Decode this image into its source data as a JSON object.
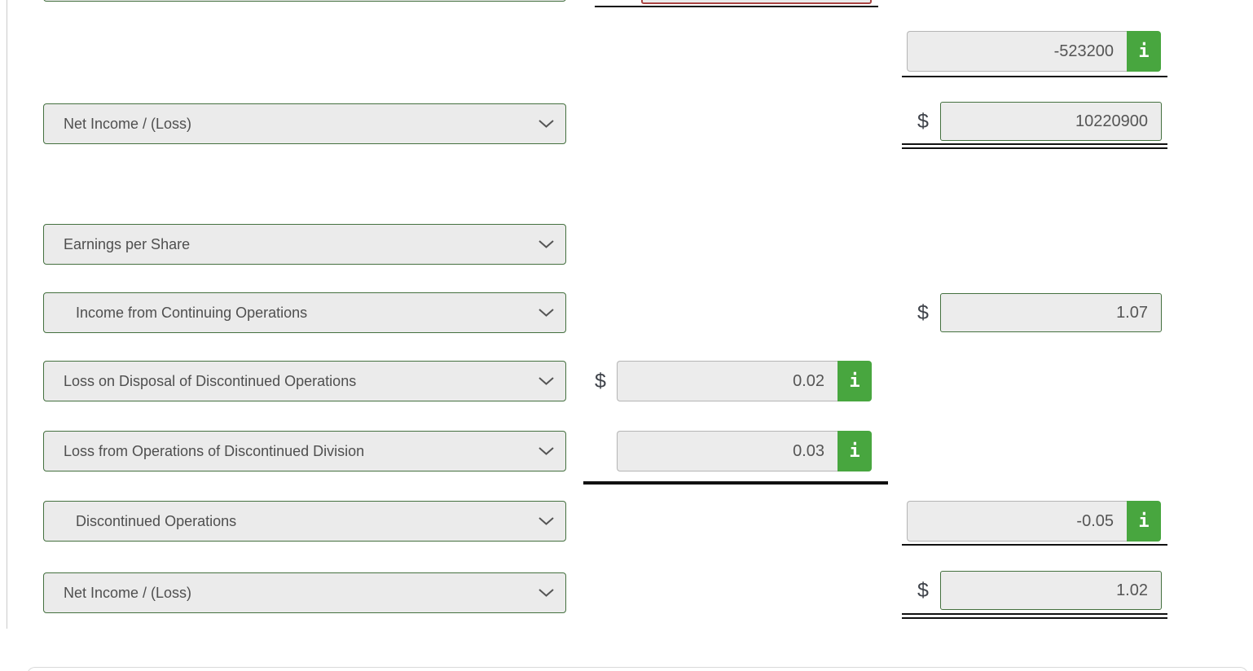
{
  "colors": {
    "dropdown_border": "#44703f",
    "dropdown_bg": "#ebebeb",
    "field_bg": "#ececec",
    "field_gray_border": "#b5b5b5",
    "info_button_green": "#48a63f",
    "error_border_red": "#a94442",
    "rule_black": "#111111",
    "text_gray": "#4f4f4f"
  },
  "icons": {
    "info": "i",
    "chevron": "chevron-down"
  },
  "dropdowns": [
    {
      "label": "Net Income / (Loss)"
    },
    {
      "label": "Earnings per Share"
    },
    {
      "label": "Income from Continuing Operations"
    },
    {
      "label": "Loss on Disposal of Discontinued Operations"
    },
    {
      "label": "Loss from Operations of Discontinued Division"
    },
    {
      "label": "Discontinued Operations"
    },
    {
      "label": "Net Income / (Loss)"
    }
  ],
  "fields": {
    "adjustment": {
      "value": "-523200"
    },
    "net_income_total": {
      "currency": "$",
      "value": "10220900"
    },
    "eps_continuing": {
      "currency": "$",
      "value": "1.07"
    },
    "eps_loss_disposal": {
      "currency": "$",
      "value": "0.02"
    },
    "eps_loss_operations": {
      "value": "0.03"
    },
    "eps_discontinued_total": {
      "value": "-0.05"
    },
    "eps_net_income": {
      "currency": "$",
      "value": "1.02"
    }
  }
}
